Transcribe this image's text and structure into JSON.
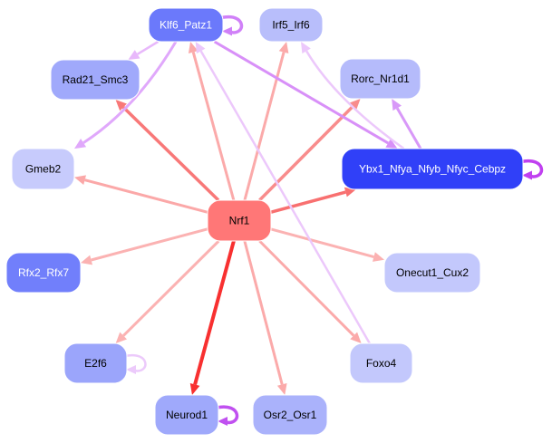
{
  "graph": {
    "type": "directed-network",
    "nodes": [
      {
        "id": "Klf6_Patz1",
        "label": "Klf6_Patz1",
        "fill": "#6b79fb",
        "text_color": "#ffffff"
      },
      {
        "id": "Irf5_Irf6",
        "label": "Irf5_Irf6",
        "fill": "#b8befb",
        "text_color": "#000000"
      },
      {
        "id": "Rad21_Smc3",
        "label": "Rad21_Smc3",
        "fill": "#a0a9fb",
        "text_color": "#000000"
      },
      {
        "id": "Rorc_Nr1d1",
        "label": "Rorc_Nr1d1",
        "fill": "#b5bbfb",
        "text_color": "#000000"
      },
      {
        "id": "Gmeb2",
        "label": "Gmeb2",
        "fill": "#c7cbfc",
        "text_color": "#000000"
      },
      {
        "id": "Ybx1_Nfya_Nfyb_Nfyc_Cebpz",
        "label": "Ybx1_Nfya_Nfyb_Nfyc_Cebpz",
        "fill": "#3040f8",
        "text_color": "#ffffff"
      },
      {
        "id": "Nrf1",
        "label": "Nrf1",
        "fill": "#ff7777",
        "text_color": "#000000"
      },
      {
        "id": "Rfx2_Rfx7",
        "label": "Rfx2_Rfx7",
        "fill": "#717ffb",
        "text_color": "#ffffff"
      },
      {
        "id": "Onecut1_Cux2",
        "label": "Onecut1_Cux2",
        "fill": "#c3c8fc",
        "text_color": "#000000"
      },
      {
        "id": "E2f6",
        "label": "E2f6",
        "fill": "#9ba5fb",
        "text_color": "#000000"
      },
      {
        "id": "Foxo4",
        "label": "Foxo4",
        "fill": "#c3c8fc",
        "text_color": "#000000"
      },
      {
        "id": "Neurod1",
        "label": "Neurod1",
        "fill": "#9fa9fb",
        "text_color": "#000000"
      },
      {
        "id": "Osr2_Osr1",
        "label": "Osr2_Osr1",
        "fill": "#aab2fb",
        "text_color": "#000000"
      }
    ],
    "edges": [
      {
        "source": "Nrf1",
        "target": "Rad21_Smc3",
        "color": "#f87878",
        "weight": "strong"
      },
      {
        "source": "Nrf1",
        "target": "Klf6_Patz1",
        "color": "#fbaaaa",
        "weight": "medium"
      },
      {
        "source": "Nrf1",
        "target": "Irf5_Irf6",
        "color": "#fbaaaa",
        "weight": "medium"
      },
      {
        "source": "Nrf1",
        "target": "Rorc_Nr1d1",
        "color": "#f88c8c",
        "weight": "strong"
      },
      {
        "source": "Nrf1",
        "target": "Gmeb2",
        "color": "#fba8a8",
        "weight": "medium"
      },
      {
        "source": "Nrf1",
        "target": "Ybx1_Nfya_Nfyb_Nfyc_Cebpz",
        "color": "#f87070",
        "weight": "strong"
      },
      {
        "source": "Nrf1",
        "target": "Rfx2_Rfx7",
        "color": "#fbb2b2",
        "weight": "medium"
      },
      {
        "source": "Nrf1",
        "target": "Onecut1_Cux2",
        "color": "#fbb2b2",
        "weight": "medium"
      },
      {
        "source": "Nrf1",
        "target": "E2f6",
        "color": "#fbb2b2",
        "weight": "medium"
      },
      {
        "source": "Nrf1",
        "target": "Foxo4",
        "color": "#fbaaaa",
        "weight": "medium"
      },
      {
        "source": "Nrf1",
        "target": "Neurod1",
        "color": "#f83030",
        "weight": "strongest"
      },
      {
        "source": "Nrf1",
        "target": "Osr2_Osr1",
        "color": "#fbaaaa",
        "weight": "medium"
      },
      {
        "source": "Klf6_Patz1",
        "target": "Klf6_Patz1",
        "color": "#d080f8",
        "weight": "strong"
      },
      {
        "source": "Klf6_Patz1",
        "target": "Rad21_Smc3",
        "color": "#e8b8fb",
        "weight": "weak"
      },
      {
        "source": "Klf6_Patz1",
        "target": "Gmeb2",
        "color": "#e0a8fb",
        "weight": "medium"
      },
      {
        "source": "Klf6_Patz1",
        "target": "Ybx1_Nfya_Nfyb_Nfyc_Cebpz",
        "color": "#d890f8",
        "weight": "medium"
      },
      {
        "source": "Foxo4",
        "target": "Klf6_Patz1",
        "color": "#ecc8fb",
        "weight": "weak"
      },
      {
        "source": "Ybx1_Nfya_Nfyb_Nfyc_Cebpz",
        "target": "Irf5_Irf6",
        "color": "#ecc8fb",
        "weight": "weak"
      },
      {
        "source": "Ybx1_Nfya_Nfyb_Nfyc_Cebpz",
        "target": "Rorc_Nr1d1",
        "color": "#d898f8",
        "weight": "medium"
      },
      {
        "source": "Ybx1_Nfya_Nfyb_Nfyc_Cebpz",
        "target": "Ybx1_Nfya_Nfyb_Nfyc_Cebpz",
        "color": "#c040f0",
        "weight": "strong"
      },
      {
        "source": "E2f6",
        "target": "E2f6",
        "color": "#eccafb",
        "weight": "weak"
      },
      {
        "source": "Neurod1",
        "target": "Neurod1",
        "color": "#c050f0",
        "weight": "strong"
      }
    ]
  }
}
